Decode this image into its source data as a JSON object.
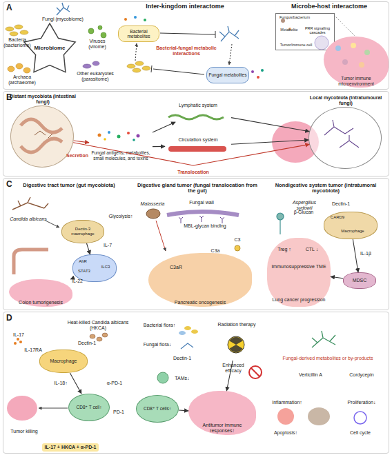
{
  "diagram": {
    "nodes": [
      {
        "text": [
          "A"
        ]
      },
      {
        "text": [
          "Microbiome"
        ],
        "in": 0
      },
      {
        "text": [
          "Bacterial metabolites"
        ],
        "in": 0
      },
      {
        "text": [
          "Fungal metabolites"
        ],
        "in": 0
      },
      {
        "text": [
          "Fungus/bacterium",
          "Metabolite",
          "PRR signalling cascades",
          "Tumor/immune cell"
        ],
        "in": 0
      },
      {
        "text": [
          "Tumor immune microenvironment"
        ],
        "in": 0
      },
      {
        "text": [
          "B"
        ]
      },
      {
        "text": [
          "Distant mycobiota (intestinal fungi)"
        ],
        "in": 6
      },
      {
        "text": [
          "Fungal antigens, metabolites, small molecules, and toxins"
        ],
        "in": 6
      },
      {
        "text": [
          "Lymphatic system"
        ],
        "in": 6
      },
      {
        "text": [
          "Circulation system"
        ],
        "in": 6
      },
      {
        "text": [
          "Local mycobiota (intratumoural fungi)"
        ],
        "in": 6
      },
      {
        "text": [
          "C"
        ]
      },
      {
        "text": [
          "Digestive tract tumor (gut mycobiota)"
        ],
        "in": 12
      },
      {
        "text": [
          "Dectin-3 macrophage"
        ],
        "in": 13
      },
      {
        "text": [
          "AhR",
          "STAT3",
          "ILC3"
        ],
        "in": 13
      },
      {
        "text": [
          "Colon tumorigenesis"
        ],
        "in": 13
      },
      {
        "text": [
          "Digestive gland tumor (fungal translocation from the gut)"
        ],
        "in": 12
      },
      {
        "text": [
          "Pancreatic oncogenesis"
        ],
        "in": 17
      },
      {
        "text": [
          "Nondigestive system tumor (intratumoral mycobiota)"
        ],
        "in": 12
      },
      {
        "text": [
          "CARD9",
          "Macrophage"
        ],
        "in": 19
      },
      {
        "text": [
          "MDSC"
        ],
        "in": 19
      },
      {
        "text": [
          "Immunosuppressive TME",
          "Lung cancer progression"
        ],
        "in": 19
      },
      {
        "text": [
          "D"
        ]
      },
      {
        "text": [
          "IL-17 + HKCA + α-PD-1"
        ],
        "in": 23
      },
      {
        "text": [
          "Macrophage"
        ],
        "in": 24
      },
      {
        "text": [
          "CD8⁺ T cell↑"
        ],
        "in": 24
      },
      {
        "text": [
          "Radiation therapy"
        ],
        "in": 23
      },
      {
        "text": [
          "CD8⁺ T cells↑"
        ],
        "in": 23
      },
      {
        "text": [
          "Antitumor immune responses↑"
        ],
        "in": 23
      }
    ],
    "edges": [
      {
        "from": 7,
        "to": 8,
        "label": "Secretion",
        "arrow": "to"
      },
      {
        "from": 8,
        "to": 9,
        "arrow": "to"
      },
      {
        "from": 8,
        "to": 10,
        "arrow": "to"
      },
      {
        "from": 9,
        "to": 11,
        "arrow": "to"
      },
      {
        "from": 10,
        "to": 11,
        "arrow": "to"
      },
      {
        "from": 7,
        "to": 11,
        "label": "Translocation",
        "arrow": "to"
      },
      {
        "from": 14,
        "to": 15,
        "label": "IL-7",
        "arrow": "to"
      },
      {
        "from": 15,
        "to": 16,
        "label": "IL-22",
        "arrow": "to"
      },
      {
        "from": 20,
        "to": 21,
        "label": "IL-1β",
        "arrow": "to"
      },
      {
        "from": 21,
        "to": 22,
        "arrow": "to"
      },
      {
        "from": 25,
        "to": 26,
        "label": "IL-18↑",
        "arrow": "to"
      },
      {
        "from": 28,
        "to": 29,
        "arrow": "to"
      },
      {
        "from": 27,
        "to": 29,
        "arrow": "to"
      }
    ],
    "labels": [
      "Fungi (mycobiome)",
      "Bacteria (bacteriome)",
      "Viruses (virome)",
      "Archaea (archaeome)",
      "Other eukaryotes (parasitome)",
      "Inter-kingdom interactome",
      "Bacterial-fungal metabolic interactions",
      "Microbe-host interactome",
      "Glycolysis↑",
      "Candida albicans",
      "Malassezia",
      "Fungal wall",
      "MBL-glycan binding",
      "C3",
      "C3a",
      "C3aR",
      "Aspergillus sydowii",
      "Dectin-1",
      "β-Glucan",
      "Treg ↑",
      "CTL ↓",
      "IL-17",
      "IL-17RA",
      "Heat-killed Candida albicans (HKCA)",
      "Dectin-1",
      "α-PD-1",
      "PD-1",
      "Tumor killing",
      "Bacterial flora↑",
      "Fungal flora↓",
      "Dectin-1",
      "TAMs↓",
      "Enhanced efficacy",
      "Fungal-derived metabolites or by-products",
      "Verticillin A",
      "Cordycepin",
      "Inflammation↑",
      "Proliferation↓",
      "Apoptosis↑",
      "Cell cycle"
    ]
  }
}
